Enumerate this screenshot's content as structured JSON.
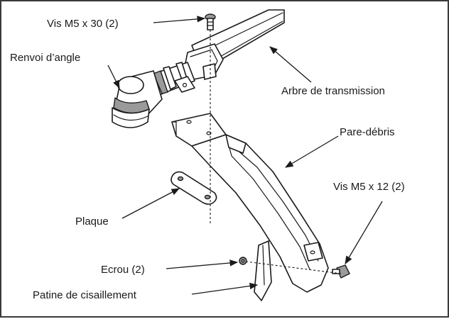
{
  "labels": {
    "vis_m5_30": "Vis M5 x 30 (2)",
    "renvoi_angle": "Renvoi d’angle",
    "arbre_transmission": "Arbre de transmission",
    "pare_debris": "Pare-débris",
    "vis_m5_12": "Vis M5 x 12 (2)",
    "plaque": "Plaque",
    "ecrou": "Ecrou (2)",
    "patine": "Patine de cisaillement"
  },
  "colors": {
    "line": "#1a1a1a",
    "shade": "#9a9a9a",
    "frame": "#3a3a3a"
  }
}
